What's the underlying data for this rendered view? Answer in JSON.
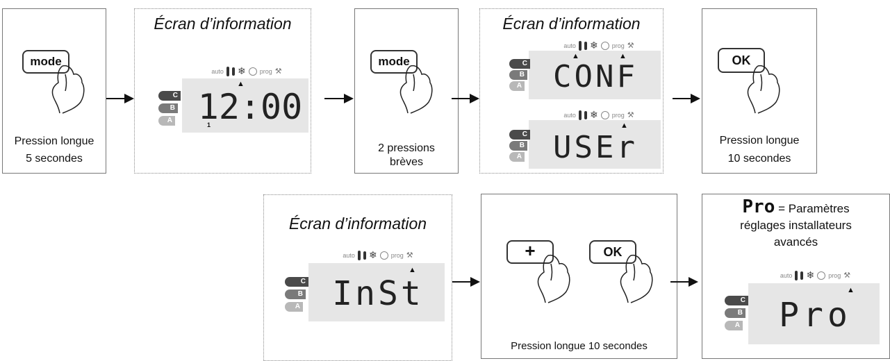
{
  "steps": {
    "s1": {
      "key": "mode",
      "caption_l1": "Pression longue",
      "caption_l2": "5 secondes"
    },
    "s2": {
      "title": "Écran d’information",
      "display": "12:00",
      "small": "1"
    },
    "s3": {
      "key": "mode",
      "caption_l1": "2 pressions",
      "caption_l2": "brèves"
    },
    "s4": {
      "title": "Écran d’information",
      "display_top": "CONF",
      "display_bottom": "USEr"
    },
    "s5": {
      "key": "OK",
      "caption_l1": "Pression longue",
      "caption_l2": "10 secondes"
    },
    "s6": {
      "title": "Écran d’information",
      "display": "InSt"
    },
    "s7": {
      "key_plus": "+",
      "key_ok": "OK",
      "caption": "Pression longue 10 secondes"
    },
    "s8": {
      "pro": "Pro",
      "legend_l1": "= Paramètres",
      "legend_l2": "réglages installateurs",
      "legend_l3": "avancés",
      "display": "Pro"
    }
  },
  "lcd_bar": {
    "auto": "auto",
    "prog": "prog"
  },
  "modes": {
    "c": "C",
    "b": "B",
    "a": "A"
  },
  "icons": [
    "thermometer-icon",
    "snowflake-icon",
    "clock-icon",
    "wrench-icon",
    "hand-icon",
    "arrow-icon"
  ]
}
